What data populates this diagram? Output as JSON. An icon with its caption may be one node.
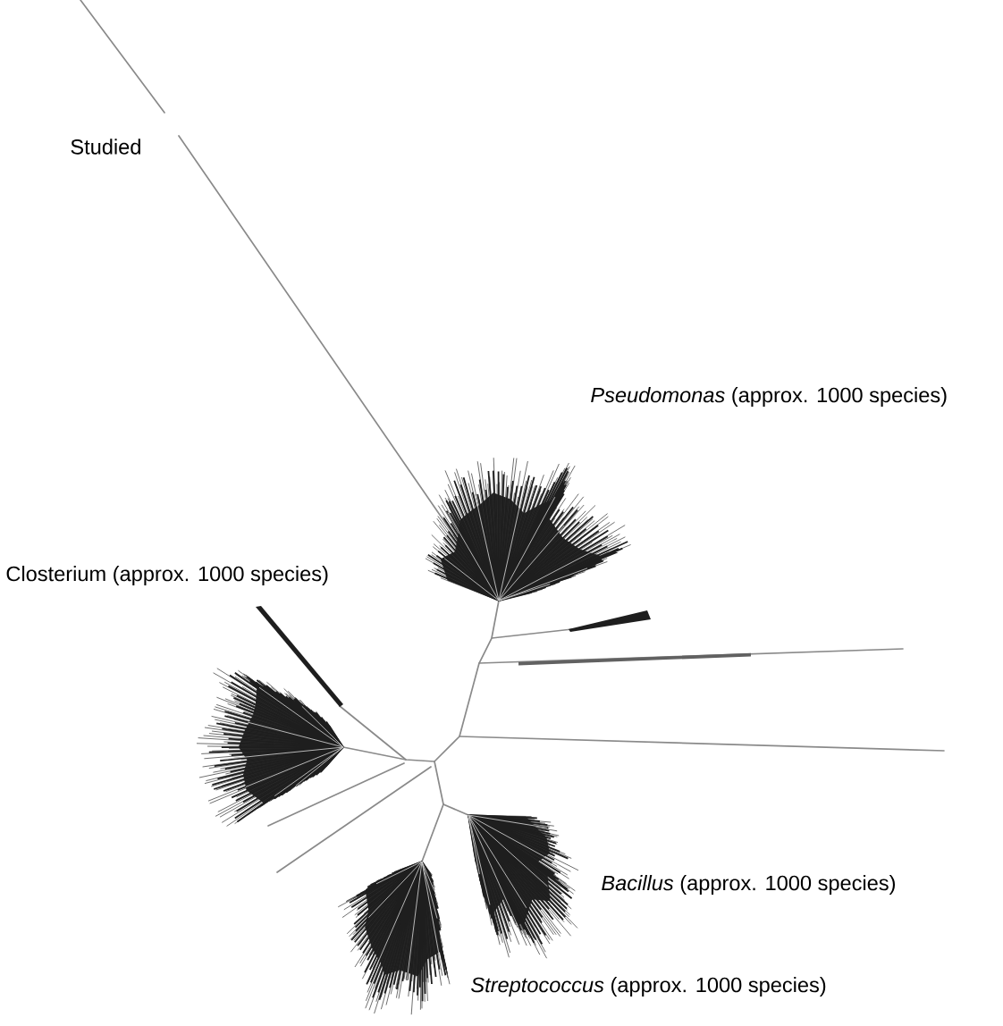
{
  "diagram": {
    "labels": [
      "Studied",
      "*Pseudomonas* (approx. 1000 species)",
      "Closterium (approx. 1000 species)",
      "*Bacillus* (approx. 1000 species)",
      "*Streptococcus* (approx. 1000 species)"
    ]
  }
}
